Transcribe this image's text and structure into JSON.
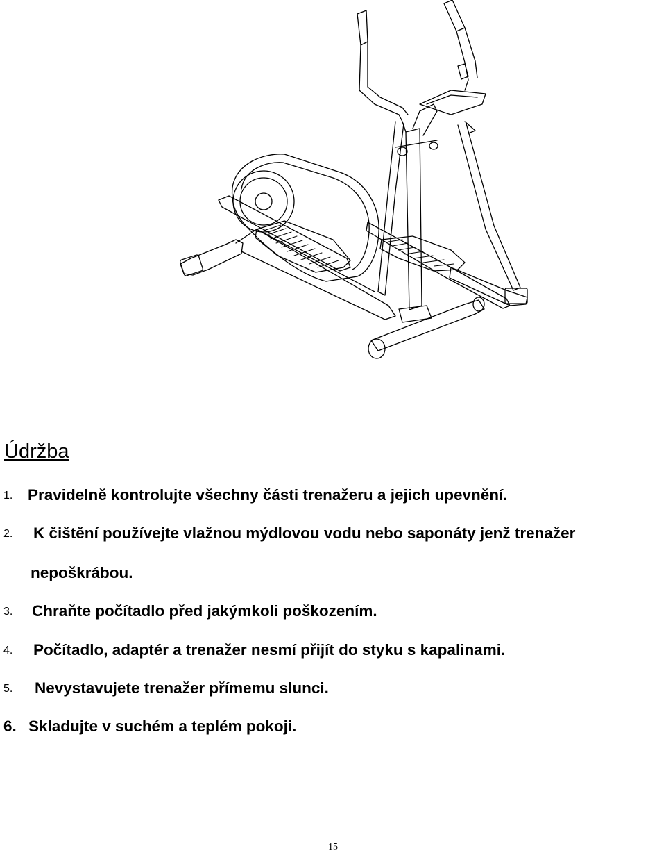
{
  "heading": "Údržba",
  "items": [
    {
      "num": "1.",
      "text": "Pravidelně kontrolujte všechny části trenažeru a jejich upevnění."
    },
    {
      "num": "2.",
      "text": "K čištění používejte vlažnou mýdlovou vodu nebo saponáty jenž trenažer",
      "continuation": "nepoškrábou."
    },
    {
      "num": "3.",
      "text": "Chraňte počítadlo před jakýmkoli poškozením."
    },
    {
      "num": "4.",
      "text": "Počítadlo, adaptér a trenažer nesmí přijít do styku s kapalinami."
    },
    {
      "num": "5.",
      "text": "Nevystavujete trenažer přímemu slunci."
    },
    {
      "num": "6.",
      "text": "Skladujte v suchém a teplém pokoji."
    }
  ],
  "page_number": "15"
}
